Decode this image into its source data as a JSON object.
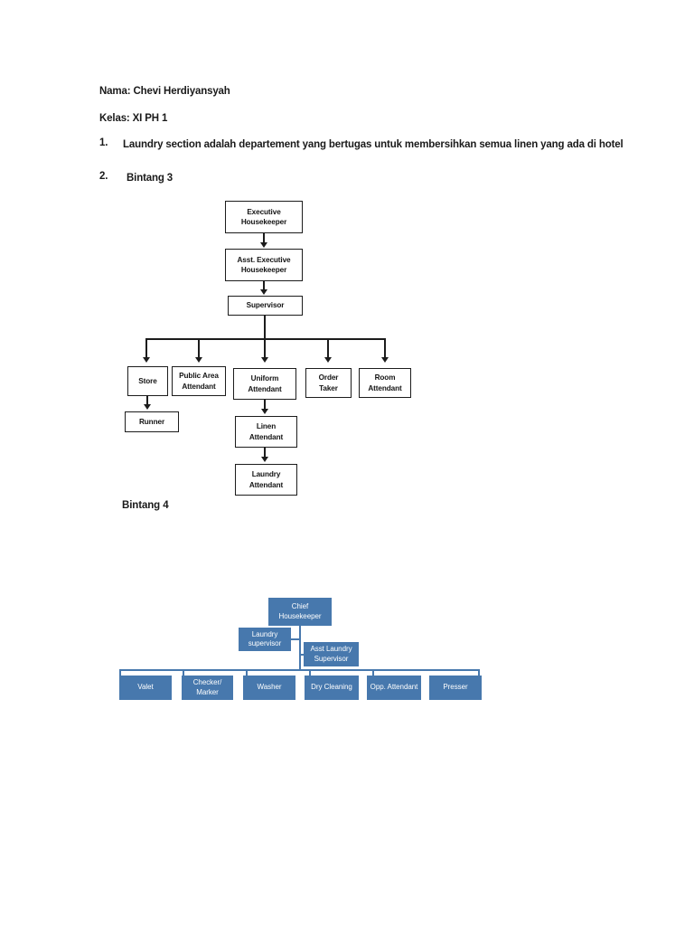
{
  "document": {
    "header_lines": [
      {
        "id": "nama",
        "text": "Nama: Chevi Herdiyansyah"
      },
      {
        "id": "kelas",
        "text": "Kelas: XI PH 1"
      }
    ],
    "list": [
      {
        "number": "1.",
        "text": "Laundry section adalah  departement yang bertugas untuk membersihkan semua linen yang ada di hotel"
      },
      {
        "number": "2.",
        "text": "Bintang 3"
      }
    ],
    "section_label": "Bintang 4"
  },
  "chart_data": [
    {
      "type": "diagram",
      "name": "bintang-3-org-chart",
      "title": "Bintang 3",
      "style": {
        "box_fill": "#ffffff",
        "box_border": "#1c1c1c",
        "connector": "#1c1c1c"
      },
      "nodes": [
        {
          "id": "n1",
          "label": "Executive Housekeeper",
          "line1": "Executive",
          "line2": "Housekeeper",
          "level": 0
        },
        {
          "id": "n2",
          "label": "Asst. Executive Housekeeper",
          "line1": "Asst. Executive",
          "line2": "Housekeeper",
          "level": 1
        },
        {
          "id": "n3",
          "label": "Supervisor",
          "line1": "Supervisor",
          "line2": "",
          "level": 2
        },
        {
          "id": "n4",
          "label": "Store",
          "line1": "Store",
          "line2": "",
          "level": 3
        },
        {
          "id": "n5",
          "label": "Public Area Attendant",
          "line1": "Public Area",
          "line2": "Attendant",
          "level": 3
        },
        {
          "id": "n6",
          "label": "Uniform Attendant",
          "line1": "Uniform",
          "line2": "Attendant",
          "level": 3
        },
        {
          "id": "n7",
          "label": "Order Taker",
          "line1": "Order",
          "line2": "Taker",
          "level": 3
        },
        {
          "id": "n8",
          "label": "Room Attendant",
          "line1": "Room",
          "line2": "Attendant",
          "level": 3
        },
        {
          "id": "n9",
          "label": "Runner",
          "line1": "Runner",
          "line2": "",
          "level": 4
        },
        {
          "id": "n10",
          "label": "Linen Attendant",
          "line1": "Linen",
          "line2": "Attendant",
          "level": 4
        },
        {
          "id": "n11",
          "label": "Laundry Attendant",
          "line1": "Laundry",
          "line2": "Attendant",
          "level": 5
        }
      ],
      "edges": [
        [
          "n1",
          "n2"
        ],
        [
          "n2",
          "n3"
        ],
        [
          "n3",
          "n4"
        ],
        [
          "n3",
          "n5"
        ],
        [
          "n3",
          "n6"
        ],
        [
          "n3",
          "n7"
        ],
        [
          "n3",
          "n8"
        ],
        [
          "n4",
          "n9"
        ],
        [
          "n6",
          "n10"
        ],
        [
          "n10",
          "n11"
        ]
      ]
    },
    {
      "type": "diagram",
      "name": "bintang-4-org-chart",
      "title": "Bintang 4",
      "style": {
        "box_fill": "#4778ad",
        "connector": "#4778ad",
        "text": "#ffffff"
      },
      "nodes": [
        {
          "id": "b1",
          "label": "Chief Housekeeper",
          "line1": "Chief",
          "line2": "Housekeeper",
          "level": 0
        },
        {
          "id": "b2",
          "label": "Laundry supervisor",
          "line1": "Laundry",
          "line2": "supervisor",
          "level": 1
        },
        {
          "id": "b3",
          "label": "Asst Laundry Supervisor",
          "line1": "Asst Laundry",
          "line2": "Supervisor",
          "level": 1
        },
        {
          "id": "b4",
          "label": "Valet",
          "line1": "Valet",
          "line2": "",
          "level": 2
        },
        {
          "id": "b5",
          "label": "Checker/ Marker",
          "line1": "Checker/",
          "line2": "Marker",
          "level": 2
        },
        {
          "id": "b6",
          "label": "Washer",
          "line1": "Washer",
          "line2": "",
          "level": 2
        },
        {
          "id": "b7",
          "label": "Dry Cleaning",
          "line1": "Dry Cleaning",
          "line2": "",
          "level": 2
        },
        {
          "id": "b8",
          "label": "Opp. Attendant",
          "line1": "Opp.",
          "line2": "Attendant",
          "level": 2
        },
        {
          "id": "b9",
          "label": "Presser",
          "line1": "Presser",
          "line2": "",
          "level": 2
        }
      ],
      "edges": [
        [
          "b1",
          "b2"
        ],
        [
          "b1",
          "b3"
        ],
        [
          "b1",
          "b4"
        ],
        [
          "b1",
          "b5"
        ],
        [
          "b1",
          "b6"
        ],
        [
          "b1",
          "b7"
        ],
        [
          "b1",
          "b8"
        ],
        [
          "b1",
          "b9"
        ]
      ]
    }
  ],
  "colors": {
    "blue_fill": "#4778ad",
    "outline": "#1c1c1c",
    "text": "#1a1a1a",
    "page_bg": "#ffffff"
  }
}
